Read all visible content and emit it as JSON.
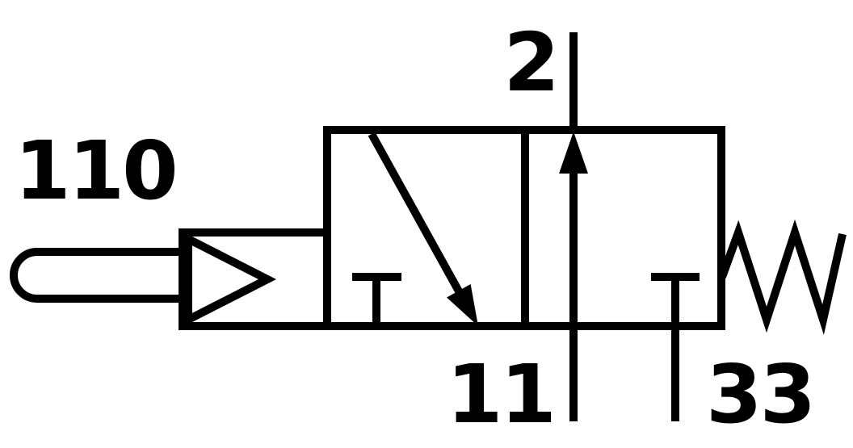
{
  "schematic": {
    "labels": {
      "actuator": "110",
      "port_top": "2",
      "port_bottom_center": "11",
      "port_bottom_right": "33"
    },
    "colors": {
      "stroke": "#000000",
      "background": "#ffffff"
    }
  }
}
